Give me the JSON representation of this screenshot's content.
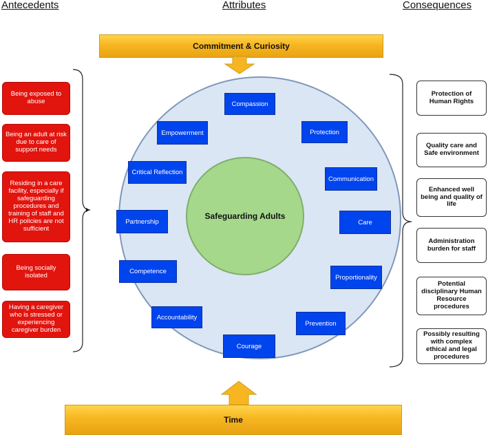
{
  "headings": {
    "antecedents": "Antecedents",
    "attributes": "Attributes",
    "consequences": "Consequences"
  },
  "top_bar": "Commitment & Curiosity",
  "bottom_bar": "Time",
  "center": "Safeguarding Adults",
  "attributes": [
    "Compassion",
    "Protection",
    "Communication",
    "Care",
    "Proportionality",
    "Prevention",
    "Courage",
    "Accountability",
    "Competence",
    "Partnership",
    "Critical Reflection",
    "Empowerment"
  ],
  "antecedents": [
    "Being exposed to abuse",
    "Being an adult at risk due to care of support needs",
    "Residing in a care facility, especially if safeguarding procedures and training of staff and HR policies are not sufficient",
    "Being socially isolated",
    "Having a caregiver who is stressed or experiencing caregiver burden"
  ],
  "consequences": [
    "Protection of Human Rights",
    "Quality care and Safe environment",
    "Enhanced well being and quality of life",
    "Administration burden for staff",
    "Potential disciplinary Human Resource procedures",
    "Possibly resulting with complex ethical and legal procedures"
  ],
  "colors": {
    "antecedent_fill": "#e2140e",
    "attribute_fill": "#0044ee",
    "outer_circle": "#dae6f4",
    "inner_circle": "#a6d88c",
    "arrow_fill": "#f7b621"
  }
}
